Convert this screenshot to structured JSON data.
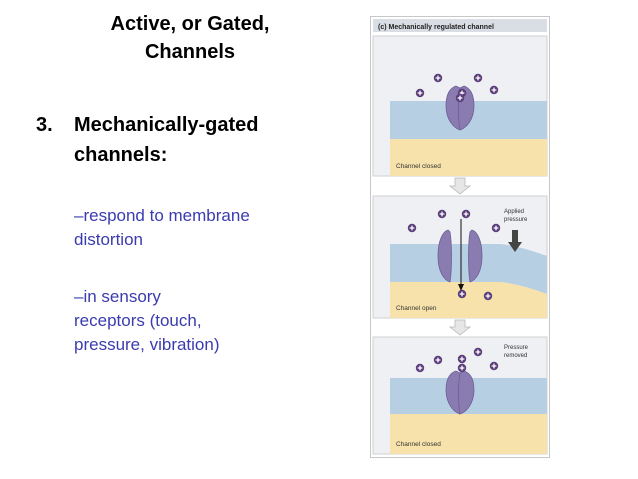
{
  "title": {
    "line1": "Active, or Gated,",
    "line2": "Channels"
  },
  "point": {
    "number": "3.",
    "line1": "Mechanically-gated",
    "line2": "channels:"
  },
  "bullets": [
    {
      "line1": "–respond to membrane",
      "line2": "distortion"
    },
    {
      "line1": "–in sensory",
      "line2": "receptors (touch,",
      "line3": "pressure, vibration)"
    }
  ],
  "figure": {
    "caption": "(c) Mechanically regulated channel",
    "panels": [
      {
        "state": "Channel closed"
      },
      {
        "state": "Channel open",
        "annotation_line1": "Applied",
        "annotation_line2": "pressure"
      },
      {
        "state": "Channel closed",
        "annotation_line1": "Pressure",
        "annotation_line2": "removed"
      }
    ],
    "ion_symbol": "+",
    "colors": {
      "extracellular": "#c5d8ea",
      "membrane": "#b7cfe2",
      "cytoplasm": "#f6e2aa",
      "protein": "#8a7bb0",
      "ion": "#5a3d7a",
      "panel_bg": "#eef0f4",
      "arrow": "#e6e6e6"
    }
  }
}
